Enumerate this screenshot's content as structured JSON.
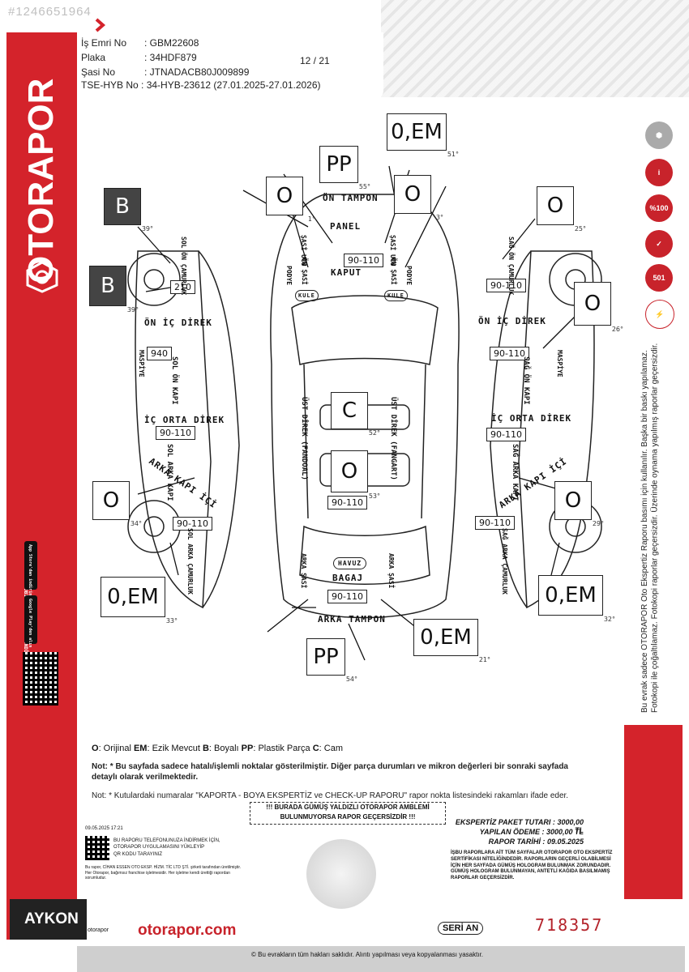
{
  "watermark_id": "#1246651964",
  "header": {
    "is_emri_label": "İş Emri No",
    "is_emri_value": ": GBM22608",
    "plaka_label": "Plaka",
    "plaka_value": ": 34HDF879",
    "sasi_label": "Şasi No",
    "sasi_value": ": JTNADACB80J009899",
    "tse_label": "TSE-HYB No",
    "tse_value": ": 34-HYB-23612 (27.01.2025-27.01.2026)",
    "page": "12 / 21"
  },
  "brand": {
    "logo_text": "OTORAPOR",
    "website": "otorapor.com",
    "dealer": "AYKON",
    "social_handle": "otorapor"
  },
  "boxes": [
    {
      "name": "on-tampon-top",
      "code": "0,EM",
      "deg": "51°"
    },
    {
      "name": "on-panel",
      "code": "PP",
      "deg": "55°"
    },
    {
      "name": "on-left-fender-top",
      "code": "O",
      "deg": "1°"
    },
    {
      "name": "on-right-fender-top",
      "code": "O",
      "deg": "3°"
    },
    {
      "name": "left-front-fender",
      "code": "B",
      "deg": "39°"
    },
    {
      "name": "left-front-door",
      "code": "B",
      "deg": "39°"
    },
    {
      "name": "right-front-fender",
      "code": "O",
      "deg": "25°"
    },
    {
      "name": "right-front-door",
      "code": "O",
      "deg": "26°"
    },
    {
      "name": "roof-front",
      "code": "C",
      "deg": "52°"
    },
    {
      "name": "roof-rear",
      "code": "O",
      "deg": "53°"
    },
    {
      "name": "left-rear-door",
      "code": "O",
      "deg": "34°"
    },
    {
      "name": "right-rear-door",
      "code": "O",
      "deg": "29°"
    },
    {
      "name": "left-rear-fender",
      "code": "0,EM",
      "deg": "33°"
    },
    {
      "name": "right-rear-fender",
      "code": "0,EM",
      "deg": "32°"
    },
    {
      "name": "trunk",
      "code": "0,EM",
      "deg": "21°"
    },
    {
      "name": "rear-bumper",
      "code": "PP",
      "deg": "54°"
    }
  ],
  "measurements": {
    "kaput": "90-110",
    "sol_on_camurluk": "210",
    "sol_on_kapi": "940",
    "sol_arka_kapi": "90-110",
    "sol_arka_camurluk": "90-110",
    "sag_on_camurluk": "90-110",
    "sag_on_kapi": "90-110",
    "sag_arka_kapi": "90-110",
    "sag_arka_camurluk": "90-110",
    "tavan": "90-110",
    "bagaj": "90-110"
  },
  "labels": {
    "on_tampon": "ÖN TAMPON",
    "panel": "PANEL",
    "kaput": "KAPUT",
    "bagaj": "BAGAJ",
    "arka_tampon": "ARKA TAMPON",
    "havuz": "HAVUZ",
    "kule": "KULE",
    "sol_on_ic_direk": "ÖN İÇ DİREK",
    "sag_on_ic_direk": "ÖN İÇ DİREK",
    "sol_orta": "İÇ ORTA DİREK",
    "sag_orta": "İÇ ORTA DİREK",
    "sol_arka_kapi_ici": "ARKA KAPI İÇİ",
    "sag_arka_kapi_ici": "ARKA KAPI İÇİ",
    "sol_on_kapi": "SOL ÖN KAPI",
    "sag_on_kapi": "SAĞ ÖN KAPI",
    "sol_arka_kapi": "SOL ARKA KAPI",
    "sag_arka_kapi": "SAĞ ARKA KAPI",
    "ust_direk_l": "ÜST DİREK (FANDOAL)",
    "ust_direk_r": "ÜST DİREK (FANGART)",
    "sasi_ucu": "ŞASİ UCU",
    "on_sasi": "ÖN ŞASİ",
    "podye": "PODYE",
    "arka_sasi": "ARKA ŞASİ",
    "maspiye": "MASPİYE",
    "sol_on_camurluk": "SOL ÖN ÇAMURLUK",
    "sag_on_camurluk": "SAĞ ÖN ÇAMURLUK",
    "sol_arka_camurluk": "SOL ARKA ÇAMURLUK",
    "sag_arka_camurluk": "SAĞ ARKA ÇAMURLUK"
  },
  "legend": {
    "o_key": "O",
    "o_val": ": Orijinal ",
    "em_key": "EM",
    "em_val": ": Ezik Mevcut ",
    "b_key": "B",
    "b_val": ": Boyalı ",
    "pp_key": "PP",
    "pp_val": ": Plastik Parça ",
    "c_key": "C",
    "c_val": ": Cam"
  },
  "notes": {
    "note1": "Not: * Bu sayfada sadece hatalı/işlemli noktalar gösterilmiştir. Diğer parça durumları ve mikron değerleri bir sonraki sayfada detaylı olarak verilmektedir.",
    "note2": "Not: * Kutulardaki numaralar \"KAPORTA - BOYA EKSPERTİZ ve CHECK-UP RAPORU\" rapor nokta listesindeki rakamları ifade eder.",
    "warn1": "!!! BURADA GÜMÜŞ YALDIZLI OTORAPOR AMBLEMİ",
    "warn2": "BULUNMUYORSA RAPOR GEÇERSİZDİR !!!"
  },
  "fees": {
    "paket_label": "EKSPERTİZ PAKET TUTARI :",
    "paket_value": "3000,00 TL",
    "odeme_label": "YAPILAN ÖDEME :",
    "odeme_value": "3000,00 TL",
    "tarih_label": "RAPOR TARİHİ :",
    "tarih_value": "09.05.2025"
  },
  "fine_print": {
    "date_stamp": "09.05.2025 17:21",
    "app1": "BU RAPORU TELEFONUNUZA İNDİRMEK İÇİN,",
    "app2": "OTORAPOR UYGULAMASINI YÜKLEYİP",
    "app3": "QR KODU TARAYINIZ",
    "company": "Bu rapor, CİHAN ESSEN OTO EKSP. HİZM. TİC LTD ŞTİ. şirketi tarafından üretilmiştir. Her Otorapor, bağımsız franchise işletmesidir. Her işletme kendi ürettiği rapordan sorumludur.",
    "hologram": "İŞBU RAPORLARA AİT TÜM SAYFALAR OTORAPOR OTO EKSPERTİZ SERTİFİKASI NİTELİĞİNDEDİR. RAPORLARIN GEÇERLİ OLABİLMESİ İÇİN HER SAYFADA GÜMÜŞ HOLOGRAM BULUNMAK ZORUNDADIR. GÜMÜŞ HOLOGRAM BULUNMAYAN, ANTETLİ KAĞIDA BASILMAMIŞ RAPORLAR GEÇERSİZDİR.",
    "side": "Bu evrak sadece OTORAPOR Oto Ekspertiz Raporu basımı için kullanılır. Başka bir baskı yapılamaz. Fotokopi ile çoğaltılamaz. Fotokopi raporlar geçersizdir. Üzerinde oynama yapılmış raporlar geçersizdir.",
    "app_store": "App Store'dan indirin",
    "google_play": "Google Play'den alın",
    "app_note": "ÜCRETSİZ MOBİL UYGULAMAMIZI İNDİRİN.",
    "seri": "SERİ AN",
    "serial_no": "718357",
    "footer": "© Bu evrakların tüm hakları saklıdır. Alıntı yapılması veya kopyalanması yasaktır."
  },
  "badges": [
    "501",
    "%100"
  ]
}
